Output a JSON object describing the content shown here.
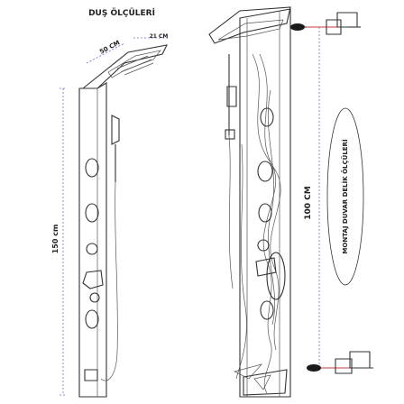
{
  "title": "DUŞ ÖLÇÜLERİ",
  "dimensions": {
    "top_width": "50 CM",
    "top_depth": "21 CM",
    "height": "150 cm",
    "mount_distance": "100 CM"
  },
  "side_label": "MONTAJ DUVAR DELİK ÖLÇÜLERİ",
  "colors": {
    "line": "#333333",
    "dimension": "#6b6bd8",
    "accent": "#cc3a3a"
  }
}
